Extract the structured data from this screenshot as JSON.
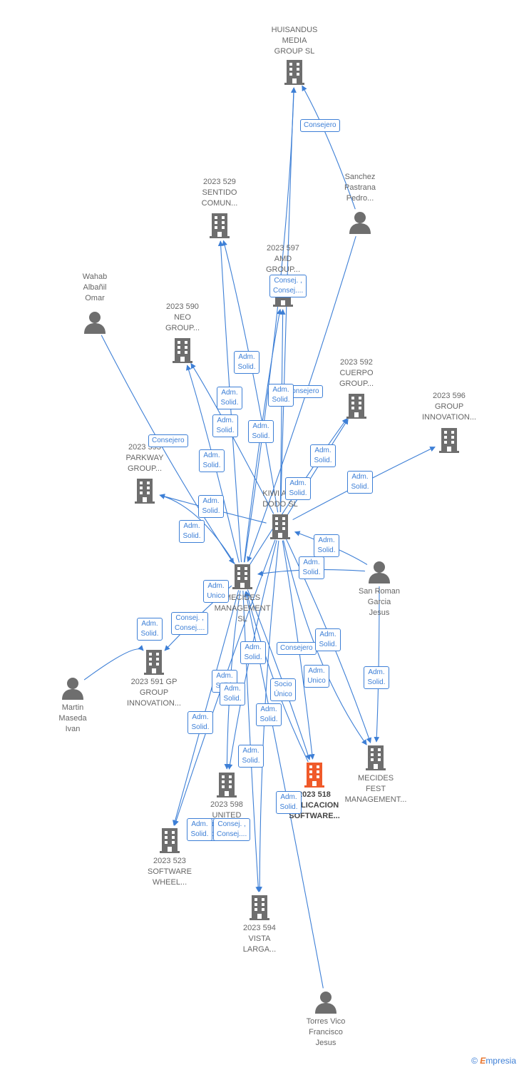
{
  "colors": {
    "edge": "#3d7fd6",
    "node": "#6e6e6e",
    "highlight": "#f05a2a"
  },
  "nodes": [
    {
      "id": "huisandus",
      "type": "company",
      "label": "HUISANDUS\nMEDIA\nGROUP  SL",
      "icon": "building-icon"
    },
    {
      "id": "sanchez",
      "type": "person",
      "label": "Sanchez\nPastrana\nPedro...",
      "icon": "person-icon"
    },
    {
      "id": "sentido",
      "type": "company",
      "label": "2023 529\nSENTIDO\nCOMUN...",
      "icon": "building-icon"
    },
    {
      "id": "amd",
      "type": "company",
      "label": "2023 597\nAMD\nGROUP...",
      "icon": "building-icon"
    },
    {
      "id": "wahab",
      "type": "person",
      "label": "Wahab\nAlbañil\nOmar",
      "icon": "person-icon"
    },
    {
      "id": "neo",
      "type": "company",
      "label": "2023 590\nNEO\nGROUP...",
      "icon": "building-icon"
    },
    {
      "id": "cuerpo",
      "type": "company",
      "label": "2023 592\nCUERPO\nGROUP...",
      "icon": "building-icon"
    },
    {
      "id": "g596",
      "type": "company",
      "label": "2023 596\nGROUP\nINNOVATION...",
      "icon": "building-icon"
    },
    {
      "id": "parkway",
      "type": "company",
      "label": "2023 593\nPARKWAY\nGROUP...",
      "icon": "building-icon"
    },
    {
      "id": "kiwi",
      "type": "company",
      "label": "KIWI AND\nDODO  SL",
      "icon": "building-icon"
    },
    {
      "id": "mecides",
      "type": "company",
      "label": "MECIDES\nMANAGEMENT\nSL",
      "icon": "building-icon"
    },
    {
      "id": "sanroman",
      "type": "person",
      "label": "San Roman\nGarcia\nJesus",
      "icon": "person-icon"
    },
    {
      "id": "gp591",
      "type": "company",
      "label": "2023 591 GP\nGROUP\nINNOVATION...",
      "icon": "building-icon"
    },
    {
      "id": "martin",
      "type": "person",
      "label": "Martin\nMaseda\nIvan",
      "icon": "person-icon"
    },
    {
      "id": "mfest",
      "type": "company",
      "label": "MECIDES\nFEST\nMANAGEMENT...",
      "icon": "building-icon"
    },
    {
      "id": "c518",
      "type": "company",
      "label": "2023 518\nAPLICACION\nSOFTWARE...",
      "icon": "building-icon",
      "highlight": true
    },
    {
      "id": "united",
      "type": "company",
      "label": "2023 598\nUNITED\nESTADO...",
      "icon": "building-icon"
    },
    {
      "id": "wheel",
      "type": "company",
      "label": "2023 523\nSOFTWARE\nWHEEL...",
      "icon": "building-icon"
    },
    {
      "id": "vista",
      "type": "company",
      "label": "2023 594\nVISTA\nLARGA...",
      "icon": "building-icon"
    },
    {
      "id": "torres",
      "type": "person",
      "label": "Torres Vico\nFrancisco\nJesus",
      "icon": "person-icon"
    }
  ],
  "edge_labels": [
    "Consejero",
    "Consej. ,\nConsej....",
    "Adm.\nSolid.",
    "Adm.\nSolid.",
    "Consejero",
    "Adm.\nSolid.",
    "Adm.\nSolid.",
    "Adm.\nSolid.",
    "Adm.\nSolid.",
    "Consejero",
    "Adm.\nSolid.",
    "Adm.\nSolid.",
    "Adm.\nSolid.",
    "Adm.\nSolid.",
    "Adm.\nSolid.",
    "Adm.\nSolid.",
    "Adm.\nSolid.",
    "Adm.\nUnico",
    "Consej. ,\nConsej....",
    "Adm.\nSolid.",
    "Consejero",
    "Adm.\nSolid.",
    "Adm.\nSolid.",
    "Adm.\nSolid.",
    "Adm.\nSolid.",
    "Socio\nÚnico",
    "Adm.\nUnico",
    "Adm.\nSolid.",
    "Adm.\nSolid.",
    "Adm.\nSolid.",
    "Adm.\nSolid.",
    "Adm.\nSolid.",
    "Adm.\nSolid.",
    "Consej. ,\nConsej....",
    "Adm.\nSolid."
  ],
  "watermark": {
    "symbol": "©",
    "brand_initial": "E",
    "brand_rest": "mpresia"
  }
}
